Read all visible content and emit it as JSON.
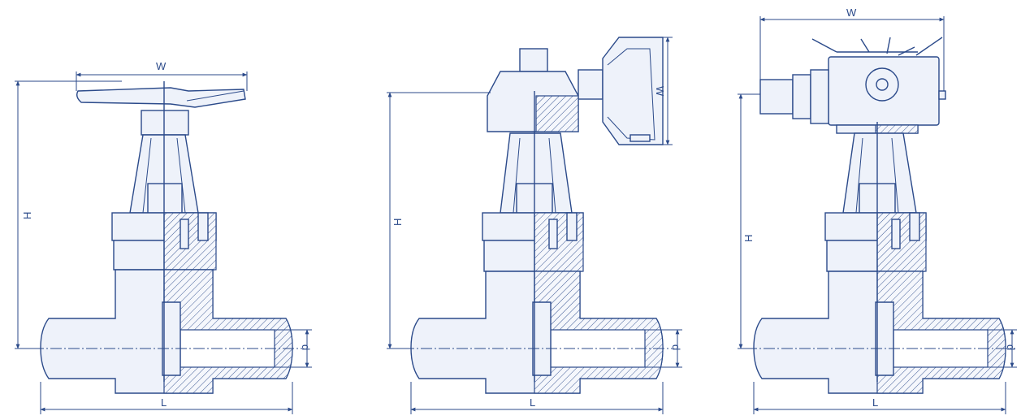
{
  "views": [
    {
      "name": "handwheel-gate-valve",
      "labels": {
        "w": "W",
        "h": "H",
        "d": "d",
        "l": "L"
      }
    },
    {
      "name": "gearbox-gate-valve",
      "labels": {
        "w": "W",
        "h": "H",
        "d": "d",
        "l": "L"
      }
    },
    {
      "name": "electric-gate-valve",
      "labels": {
        "w": "W",
        "h": "H",
        "d": "d",
        "l": "L"
      }
    }
  ],
  "colors": {
    "line": "#2b4a8a",
    "fill": "#eef2fa",
    "background": "#ffffff"
  }
}
